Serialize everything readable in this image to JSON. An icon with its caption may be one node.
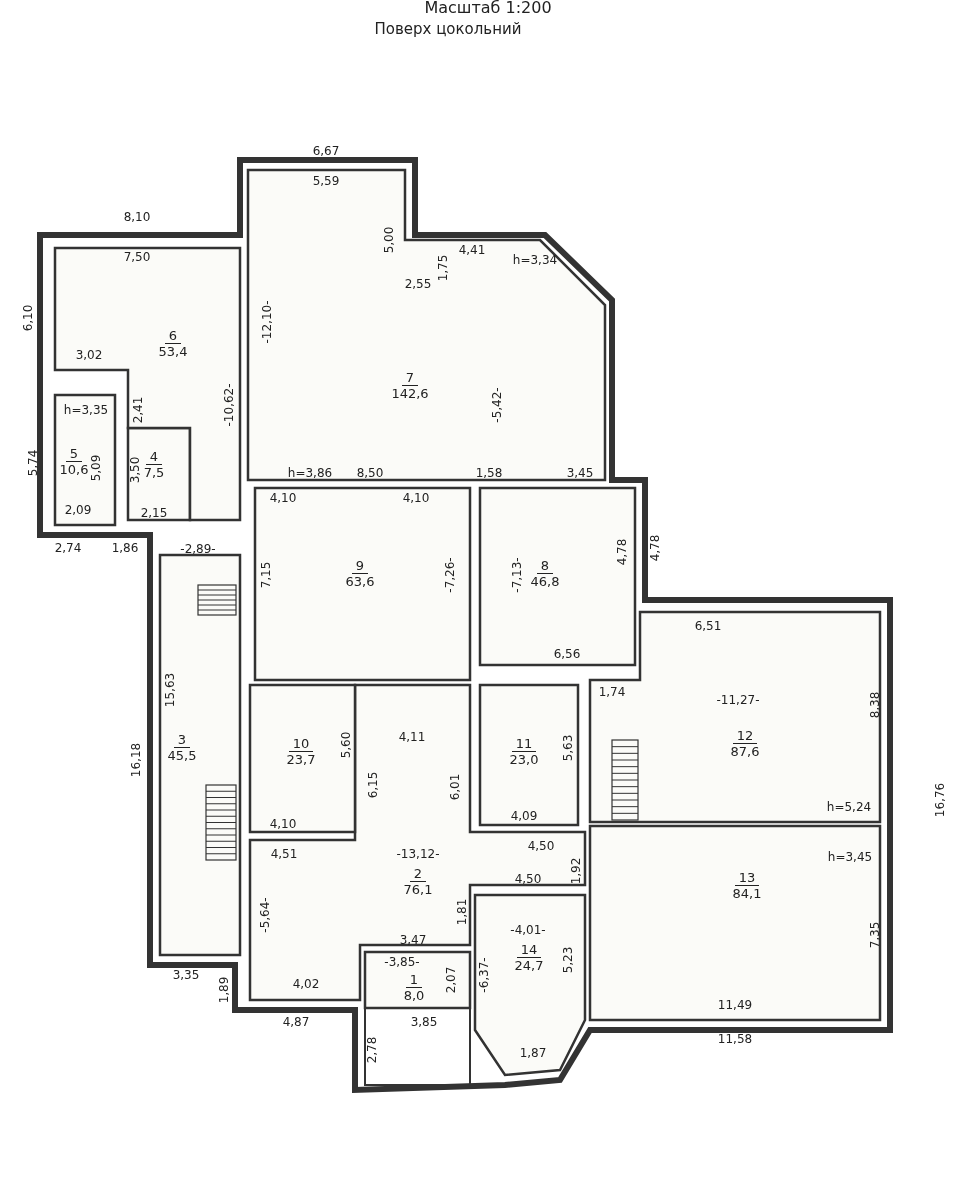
{
  "diagram": {
    "title": "Поверх цокольний",
    "nodes": [
      {
        "text": [
          "1",
          "8,0"
        ]
      },
      {
        "text": [
          "2",
          "76,1"
        ]
      },
      {
        "text": [
          "3",
          "45,5"
        ]
      },
      {
        "text": [
          "4",
          "7,5"
        ]
      },
      {
        "text": [
          "5",
          "10,6"
        ]
      },
      {
        "text": [
          "6",
          "53,4"
        ]
      },
      {
        "text": [
          "7",
          "142,6"
        ]
      },
      {
        "text": [
          "8",
          "46,8"
        ]
      },
      {
        "text": [
          "9",
          "63,6"
        ]
      },
      {
        "text": [
          "10",
          "23,7"
        ]
      },
      {
        "text": [
          "11",
          "23,0"
        ]
      },
      {
        "text": [
          "12",
          "87,6"
        ]
      },
      {
        "text": [
          "13",
          "84,1"
        ]
      },
      {
        "text": [
          "14",
          "24,7"
        ]
      }
    ],
    "labels": [
      "Масштаб 1:200",
      "6,67",
      "5,59",
      "8,10",
      "7,50",
      "5,00",
      "4,41",
      "1,75",
      "h=3,34",
      "2,55",
      "6,10",
      "-12,10-",
      "3,02",
      "-10,62-",
      "-5,42-",
      "h=3,35",
      "2,41",
      "5,74",
      "5,09",
      "3,50",
      "h=3,86",
      "8,50",
      "1,58",
      "3,45",
      "4,10",
      "4,10",
      "2,09",
      "2,15",
      "4,78",
      "4,78",
      "2,74",
      "1,86",
      "-2,89-",
      "7,15",
      "-7,26-",
      "-7,13-",
      "6,51",
      "6,56",
      "1,74",
      "-11,27-",
      "8,38",
      "4,11",
      "16,18",
      "15,63",
      "5,60",
      "5,63",
      "6,15",
      "6,01",
      "16,76",
      "h=5,24",
      "4,10",
      "4,09",
      "4,51",
      "-13,12-",
      "4,50",
      "h=3,45",
      "1,92",
      "4,50",
      "-5,64-",
      "1,81",
      "-4,01-",
      "3,47",
      "-3,85-",
      "-6,37-",
      "5,23",
      "7,35",
      "3,35",
      "1,89",
      "4,02",
      "2,07",
      "4,87",
      "3,85",
      "11,49",
      "11,58",
      "2,78",
      "1,87"
    ]
  }
}
